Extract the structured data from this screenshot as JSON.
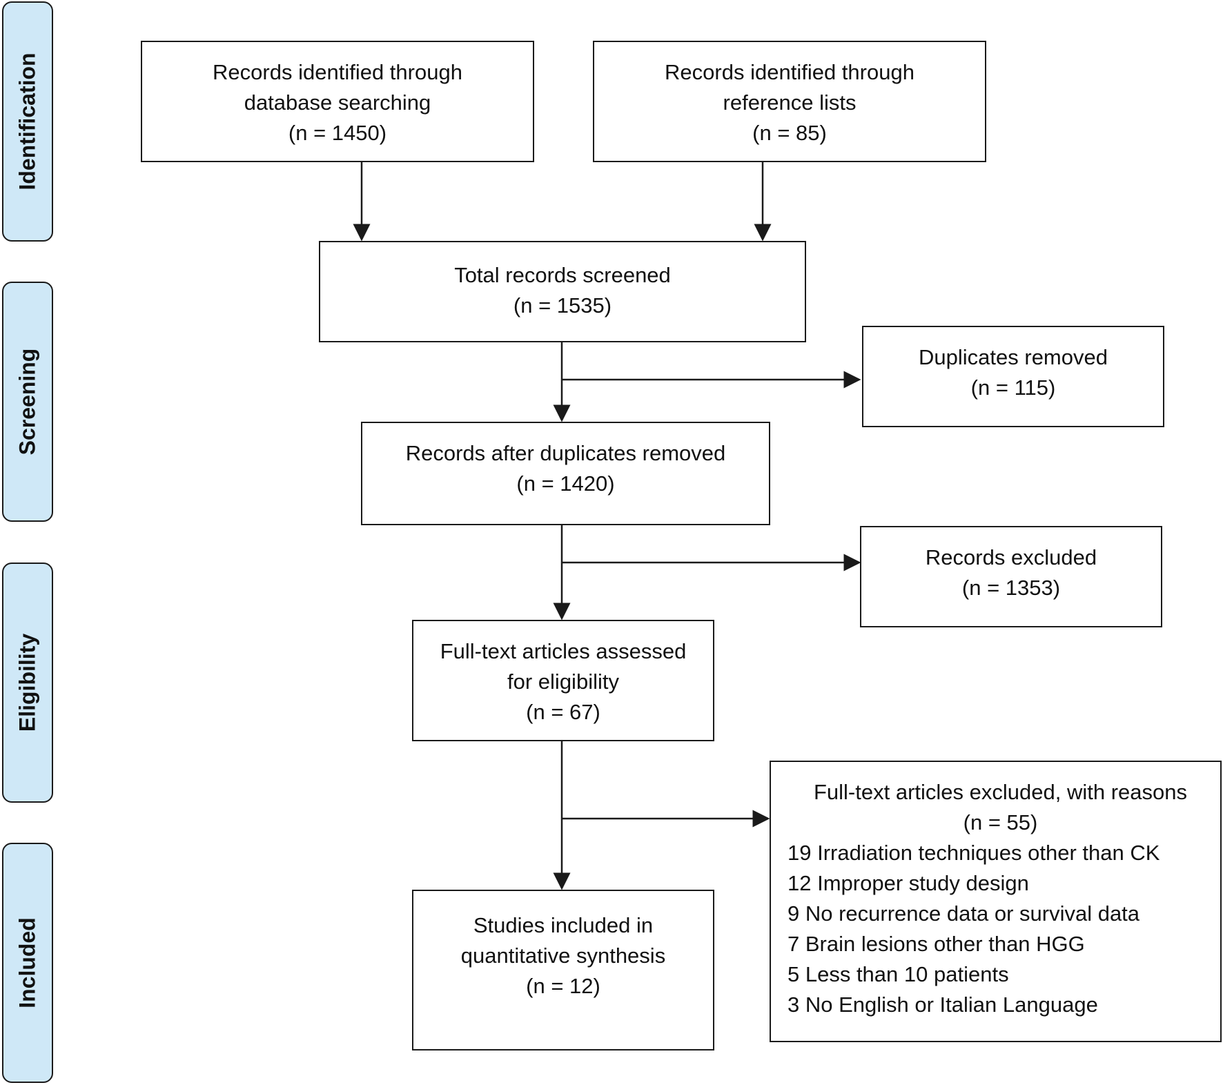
{
  "stages": {
    "identification": "Identification",
    "screening": "Screening",
    "eligibility": "Eligibility",
    "included": "Included"
  },
  "boxes": {
    "database": {
      "line1": "Records identified through",
      "line2": "database searching",
      "count": "(n = 1450)"
    },
    "reference": {
      "line1": "Records identified through",
      "line2": "reference lists",
      "count": "(n = 85)"
    },
    "screened": {
      "line1": "Total records screened",
      "count": "(n = 1535)"
    },
    "duplicates": {
      "line1": "Duplicates removed",
      "count": "(n = 115)"
    },
    "after_dup": {
      "line1": "Records after duplicates removed",
      "count": "(n = 1420)"
    },
    "excluded": {
      "line1": "Records excluded",
      "count": "(n = 1353)"
    },
    "fulltext": {
      "line1": "Full-text articles assessed",
      "line2": "for eligibility",
      "count": "(n = 67)"
    },
    "fulltext_excluded": {
      "title": "Full-text articles excluded, with reasons",
      "count": "(n = 55)",
      "reasons": [
        "19 Irradiation techniques other than CK",
        "12 Improper study design",
        "9 No recurrence data or survival data",
        "7 Brain lesions other than HGG",
        "5 Less than 10 patients",
        "3 No English or Italian Language"
      ]
    },
    "included": {
      "line1": "Studies included in",
      "line2": "quantitative synthesis",
      "count": "(n = 12)"
    }
  }
}
